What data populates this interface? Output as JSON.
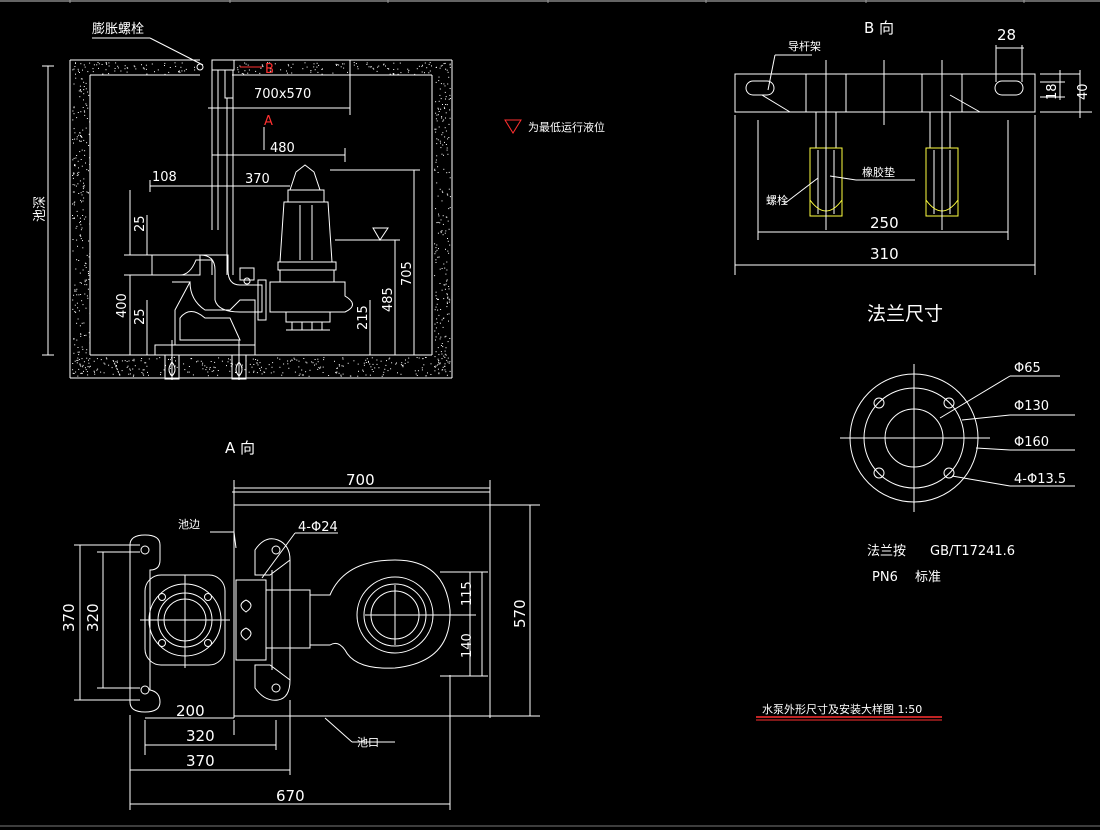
{
  "colors": {
    "background": "#000000",
    "lines": "#ffffff",
    "reference_marker": "#ff2020",
    "hatch": "#ffff40",
    "title_underline": "#ff2020"
  },
  "labels": {
    "expansion_bolt": "膨胀螺栓",
    "view_b_marker": "B",
    "view_a_marker": "A",
    "pit_depth": "池深",
    "low_water_note": "为最低运行液位",
    "view_b_title": "B 向",
    "guide_rod_frame": "导杆架",
    "rubber_pad": "橡胶垫",
    "bolt": "螺栓",
    "flange_size_title": "法兰尺寸",
    "view_a_title": "A 向",
    "pool_edge": "池边",
    "pool_mouth": "池口",
    "flange_std_label": "法兰按",
    "flange_std_code": "GB/T17241.6",
    "flange_pn": "PN6",
    "flange_std_word": "标准",
    "drawing_title": "水泵外形尺寸及安装大样图 1:50"
  },
  "dims": {
    "d700x570": "700x570",
    "d480": "480",
    "d108": "108",
    "d370_top": "370",
    "d25_upper": "25",
    "d400": "400",
    "d25_lower": "25",
    "d215": "215",
    "d485": "485",
    "d705": "705",
    "d28": "28",
    "d18": "18",
    "d40": "40",
    "d250": "250",
    "d310": "310",
    "phi65": "Φ65",
    "phi130": "Φ130",
    "phi160": "Φ160",
    "holes": "4-Φ13.5",
    "d700": "700",
    "holes24": "4-Φ24",
    "d370_left": "370",
    "d320_left": "320",
    "d115": "115",
    "d140": "140",
    "d570": "570",
    "d200": "200",
    "d320_bottom": "320",
    "d370_bottom": "370",
    "d670": "670"
  }
}
